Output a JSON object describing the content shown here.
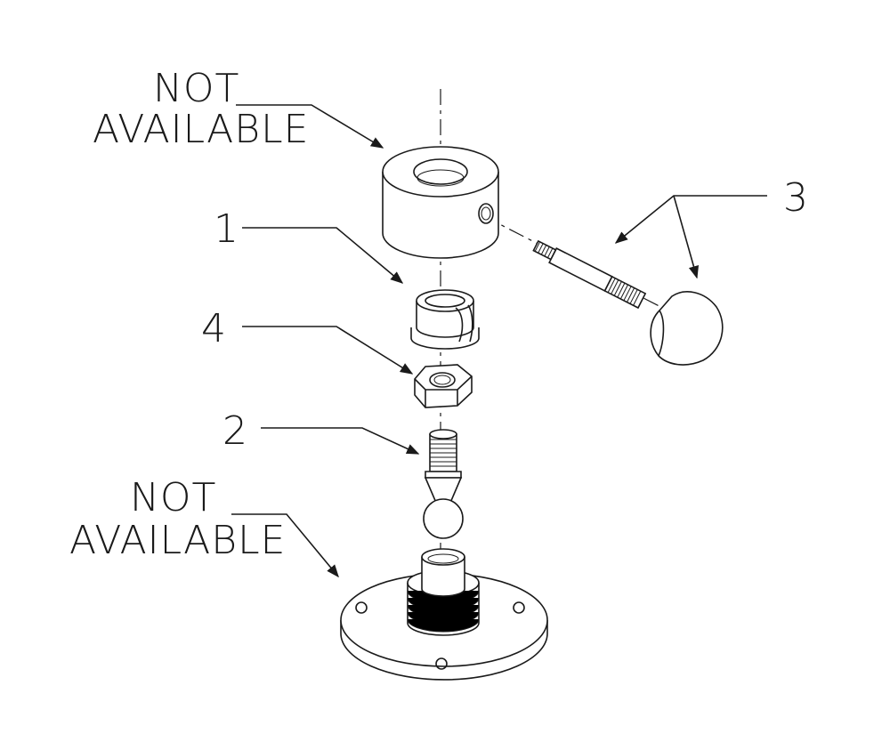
{
  "diagram": {
    "callouts": {
      "top_label_line1": "NOT",
      "top_label_line2": "AVAILABLE",
      "bottom_label_line1": "NOT",
      "bottom_label_line2": "AVAILABLE",
      "part_1": "1",
      "part_2": "2",
      "part_3": "3",
      "part_4": "4"
    },
    "colors": {
      "ink": "#1a1a1a",
      "background": "#ffffff"
    }
  }
}
